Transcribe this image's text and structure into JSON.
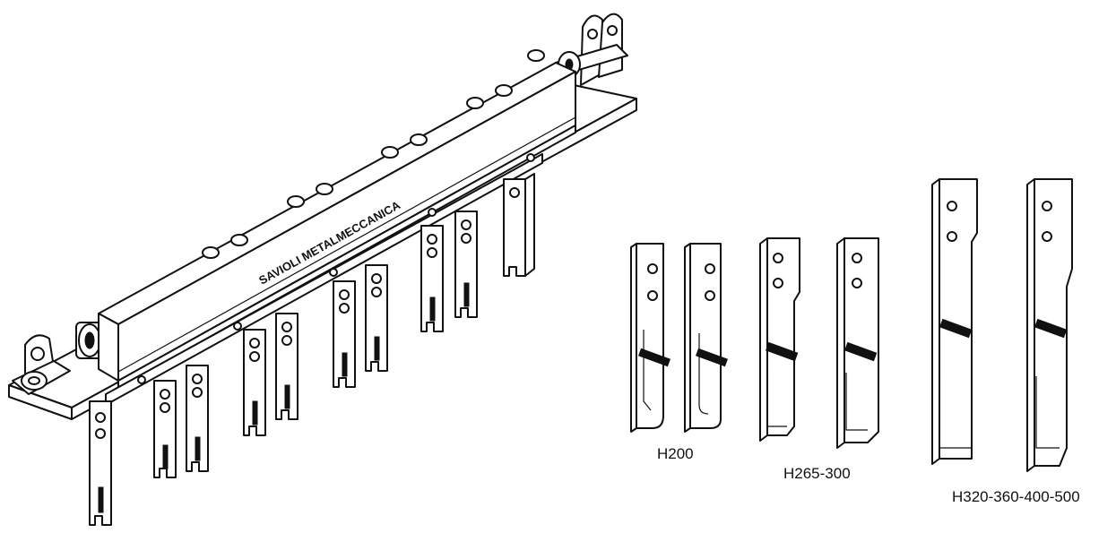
{
  "machine": {
    "brand_text": "SAVIOLI METALMECCANICA"
  },
  "groups": [
    {
      "label": "H200"
    },
    {
      "label": "H265-300"
    },
    {
      "label": "H320-360-400-500"
    }
  ]
}
